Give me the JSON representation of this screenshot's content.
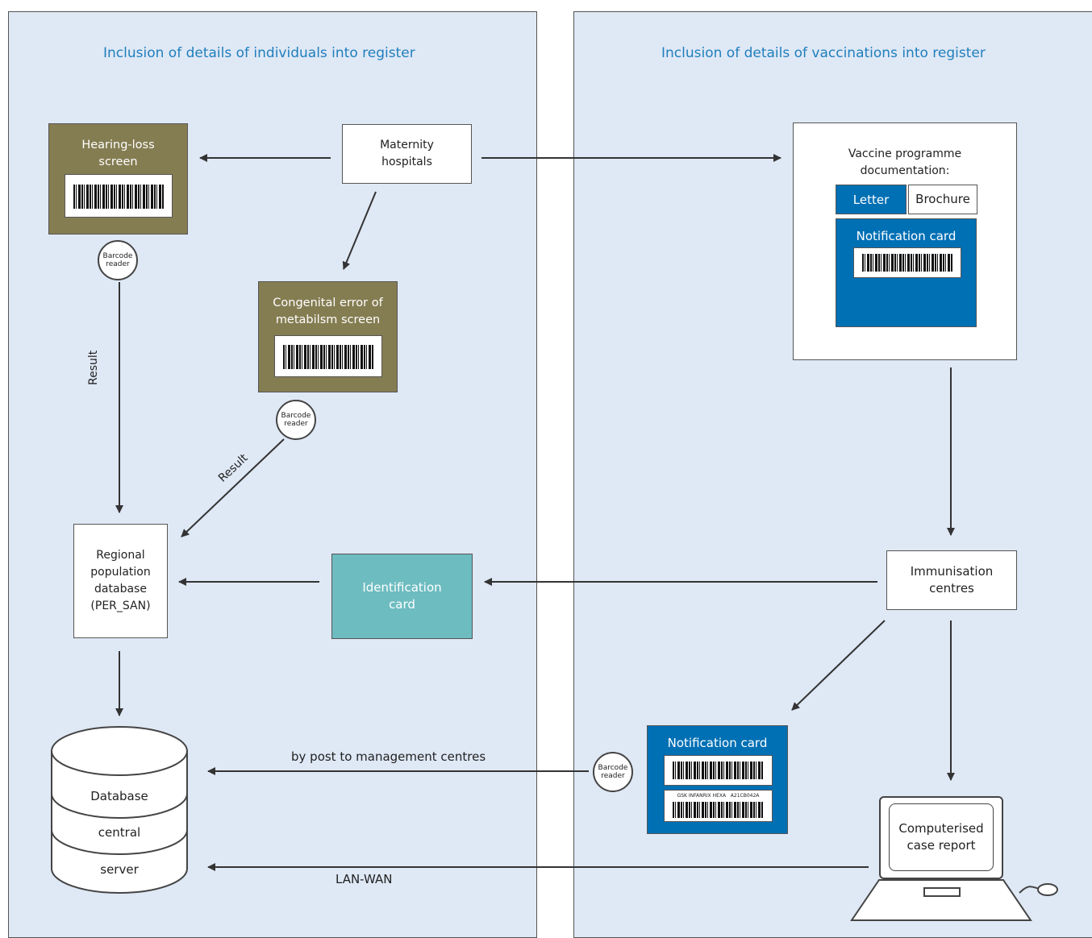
{
  "panels": {
    "left_title": "Inclusion of details of individuals into register",
    "right_title": "Inclusion of details of vaccinations into register"
  },
  "nodes": {
    "hearing_loss_line1": "Hearing-loss",
    "hearing_loss_line2": "screen",
    "maternity_line1": "Maternity",
    "maternity_line2": "hospitals",
    "congenital_line1": "Congenital error of",
    "congenital_line2": "metabilsm screen",
    "regional_line1": "Regional",
    "regional_line2": "population",
    "regional_line3": "database",
    "regional_line4": "(PER_SAN)",
    "identification_line1": "Identification",
    "identification_line2": "card",
    "vaccine_doc_line1": "Vaccine programme",
    "vaccine_doc_line2": "documentation:",
    "letter": "Letter",
    "brochure": "Brochure",
    "notification_card_top": "Notification card",
    "immunisation_line1": "Immunisation",
    "immunisation_line2": "centres",
    "notification_card_bottom": "Notification card",
    "vaccine_label": "GSK INFANRIX HEXA   A21CB042A",
    "computerised_line1": "Computerised",
    "computerised_line2": "case report",
    "db_line1": "Database",
    "db_line2": "central",
    "db_line3": "server"
  },
  "readers": {
    "line1": "Barcode",
    "line2": "reader"
  },
  "edges": {
    "result_left": "Result",
    "result_diag": "Result",
    "by_post": "by post to management centres",
    "lan_wan": "LAN-WAN"
  },
  "colors": {
    "panel_bg": "#dfe8f5",
    "title": "#1f7fbd",
    "olive": "#857d52",
    "teal": "#6dbcc0",
    "blue": "#0070b5"
  }
}
